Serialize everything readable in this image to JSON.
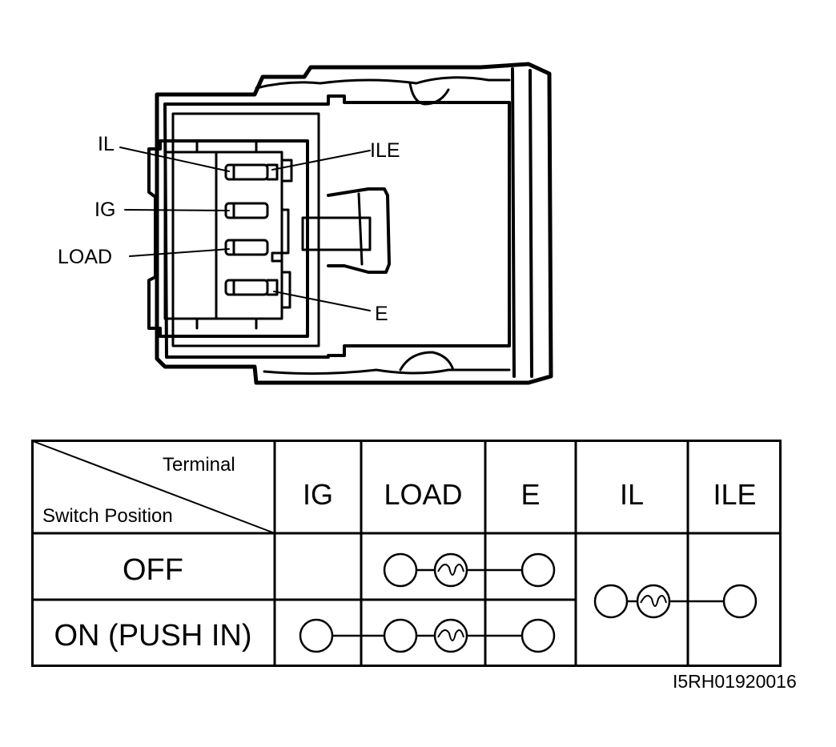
{
  "connector": {
    "labels": {
      "il": "IL",
      "ile": "ILE",
      "ig": "IG",
      "load": "LOAD",
      "e": "E"
    }
  },
  "table": {
    "corner_top": "Terminal",
    "corner_bottom": "Switch Position",
    "columns": [
      "IG",
      "LOAD",
      "E",
      "IL",
      "ILE"
    ],
    "rows": [
      "OFF",
      "ON (PUSH IN)"
    ],
    "connections": {
      "OFF": {
        "lamp_circuit": [
          "LOAD",
          "E"
        ],
        "illumination_circuit": [
          "IL",
          "ILE"
        ]
      },
      "ON (PUSH IN)": {
        "lamp_circuit": [
          "IG",
          "LOAD",
          "E"
        ],
        "illumination_circuit": [
          "IL",
          "ILE"
        ]
      }
    }
  },
  "figure_id": "I5RH01920016"
}
